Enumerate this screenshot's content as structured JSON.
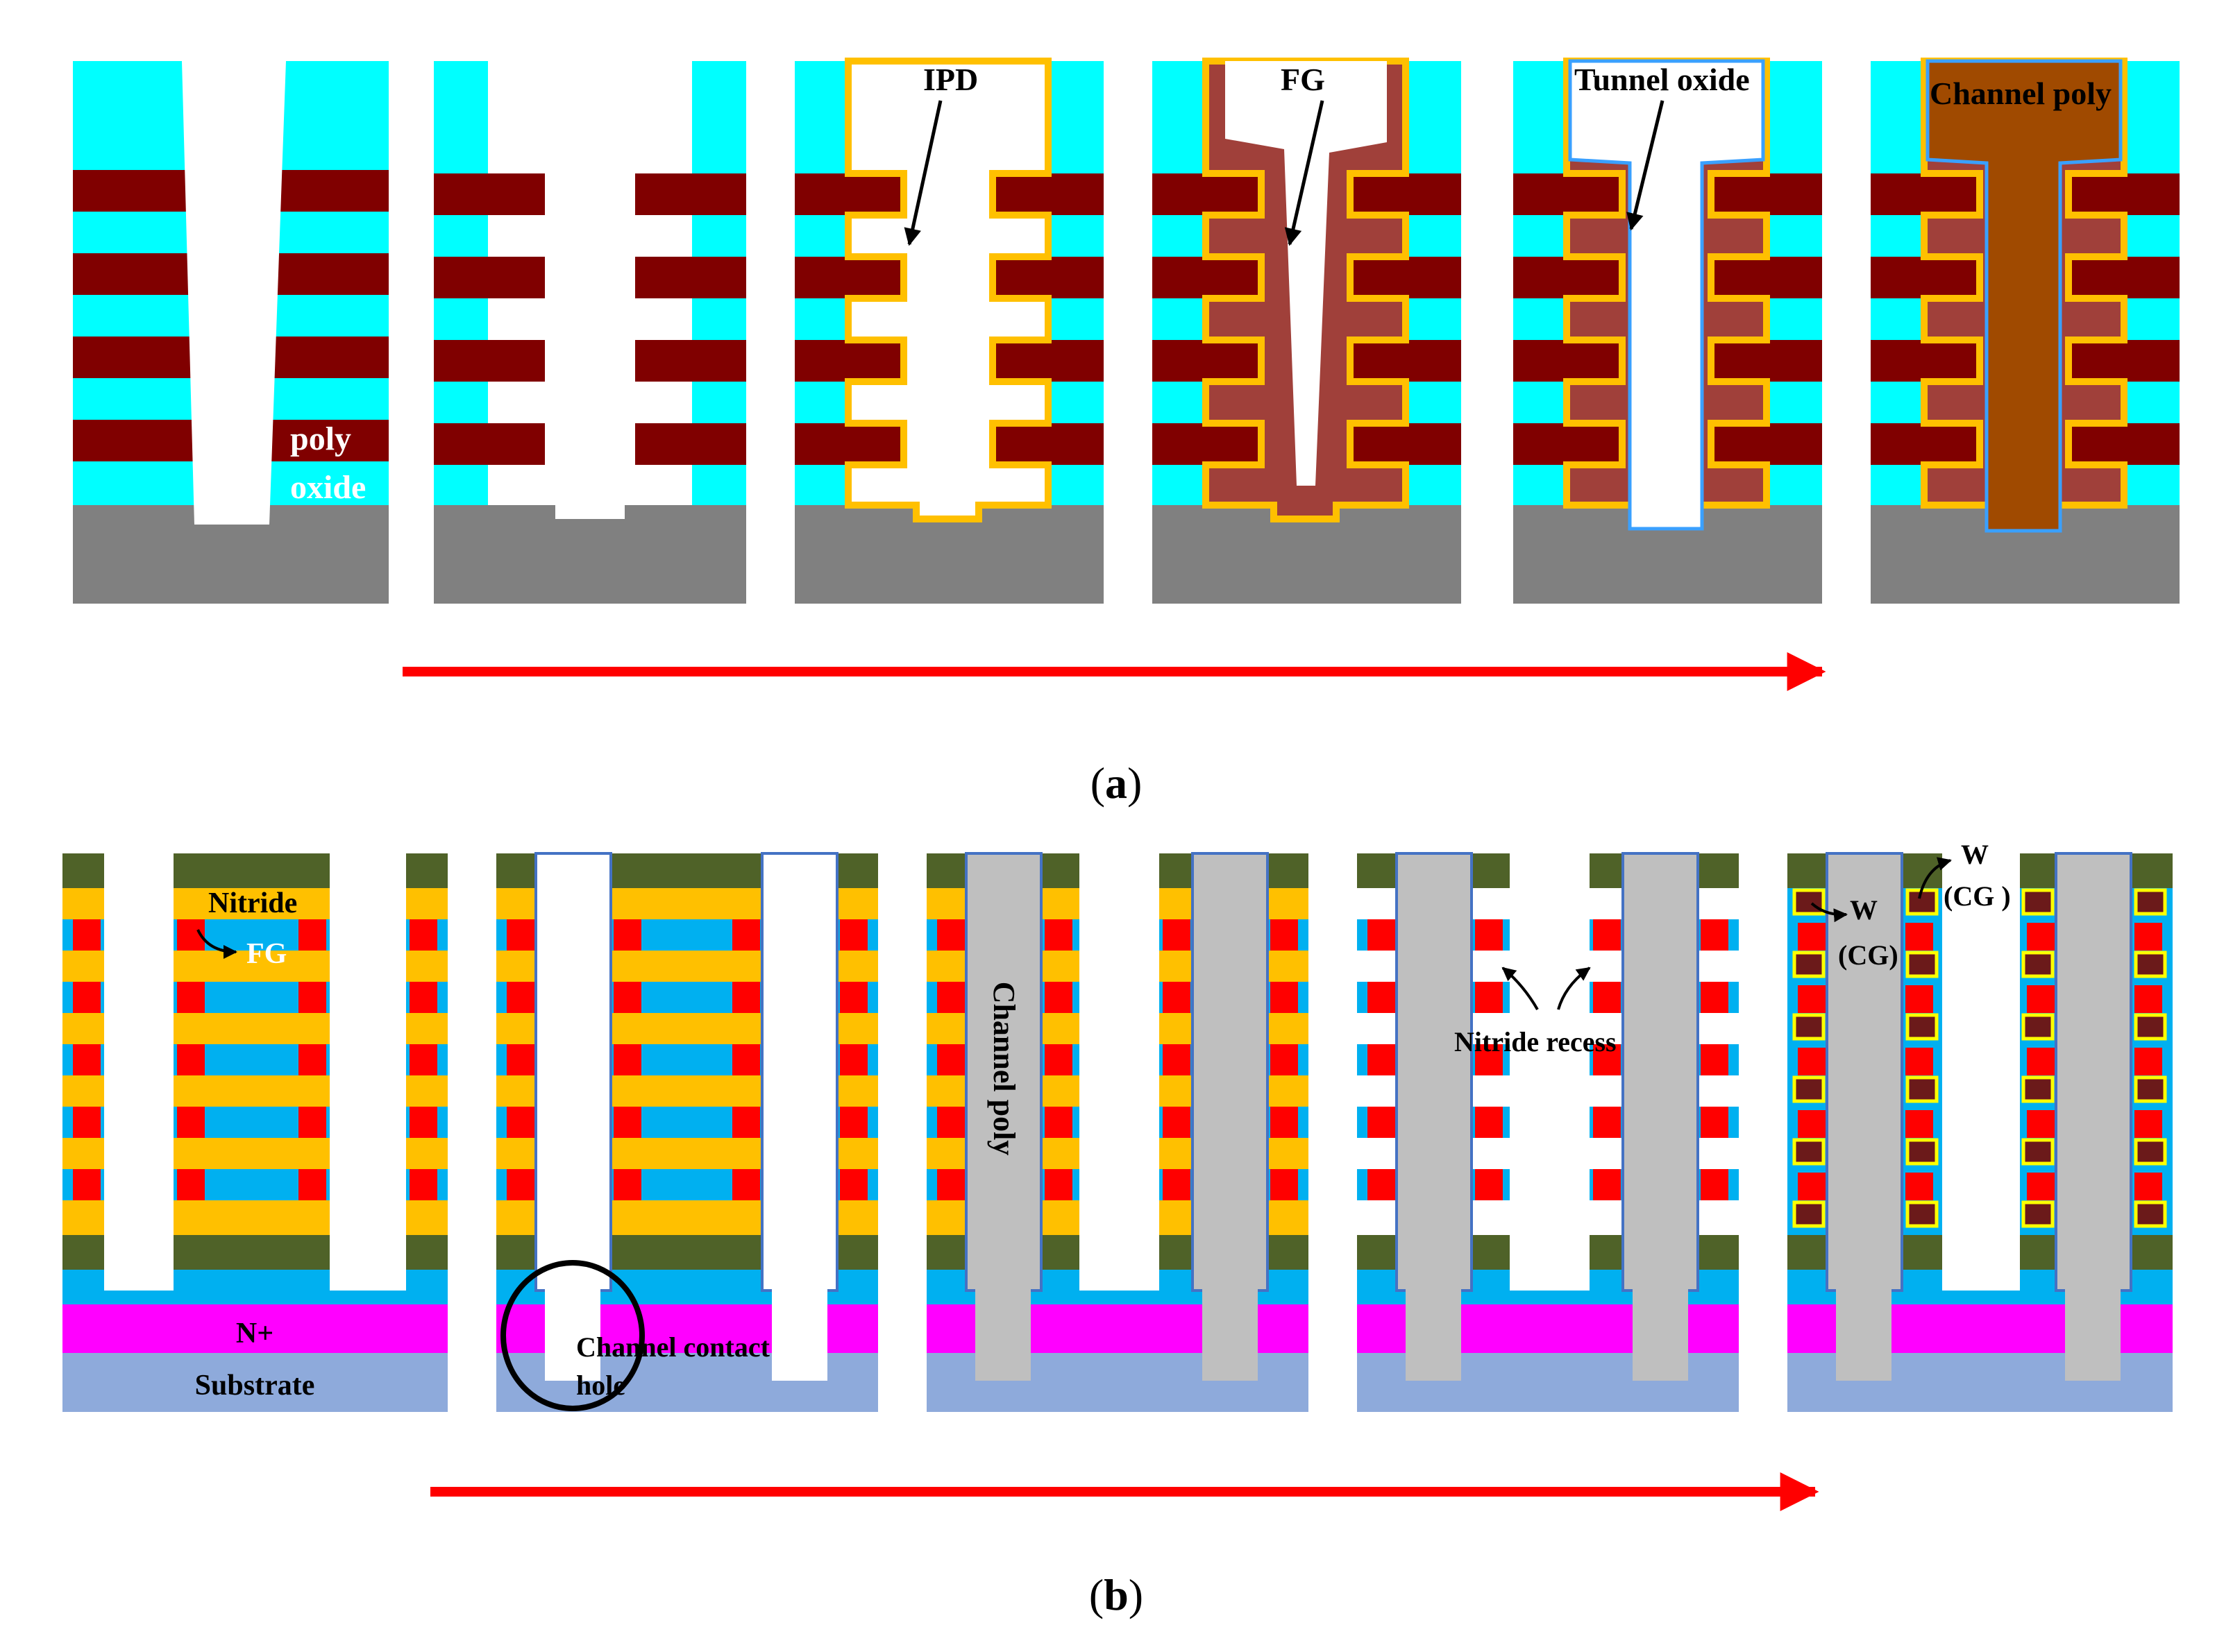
{
  "figure": {
    "panels": [
      {
        "caption_letter": "a",
        "caption_open": "(",
        "caption_close": ")",
        "stage_count": 6,
        "labels": {
          "poly": "poly",
          "oxide": "oxide",
          "ipd": "IPD",
          "fg": "FG",
          "tunnel_oxide": "Tunnel oxide",
          "channel_poly": "Channel poly"
        }
      },
      {
        "caption_letter": "b",
        "caption_open": "(",
        "caption_close": ")",
        "stage_count": 5,
        "labels": {
          "nitride": "Nitride",
          "fg": "FG",
          "n_plus": "N+",
          "substrate": "Substrate",
          "channel_contact": "Channel contact",
          "hole": "hole",
          "channel_poly": "Channel poly",
          "nitride_recess": "Nitride recess",
          "w1": "W",
          "cg1": "(CG)",
          "w2": "W",
          "cg2": "(CG )"
        }
      }
    ],
    "colors": {
      "oxide_cyan": "#00ffff",
      "poly_maroon": "#800000",
      "substrate_gray": "#808080",
      "ipd_orange": "#ffc000",
      "fg_brown": "#a0403a",
      "channel_poly_brown": "#a04a00",
      "tunnel_oxide_blue": "#3aa0ff",
      "arrow_red": "#ff0000",
      "olive": "#4f6228",
      "nitride_orange": "#ffc000",
      "fg_blue": "#00b0f0",
      "red_square": "#ff0000",
      "n_plus_magenta": "#ff00ff",
      "substrate_blue": "#8eaadb",
      "channel_gray": "#bfbfbf",
      "cg_yellow": "#ffff00",
      "cg_maroon": "#6b1a1a"
    }
  }
}
